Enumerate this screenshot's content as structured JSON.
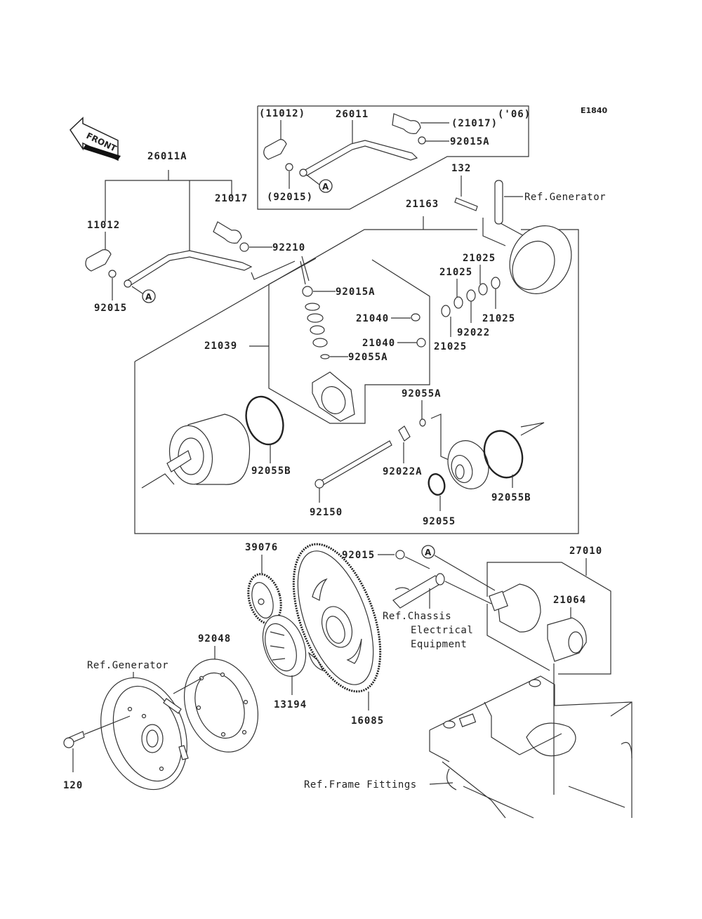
{
  "diagram": {
    "code": "E1840",
    "front_label": "FRONT",
    "inset": {
      "year_note": "('06)",
      "labels": {
        "p11012": "(11012)",
        "p26011": "26011",
        "p21017": "(21017)",
        "p92015A": "92015A",
        "p92015": "(92015)",
        "marker_a": "A"
      }
    },
    "labels": {
      "p26011A": "26011A",
      "p21017": "21017",
      "p11012": "11012",
      "p92210": "92210",
      "p92015_top": "92015",
      "marker_a_top": "A",
      "p132": "132",
      "ref_generator_top": "Ref.Generator",
      "p21163": "21163",
      "p21025_a": "21025",
      "p21025_b": "21025",
      "p21025_c": "21025",
      "p21025_d": "21025",
      "p92022": "92022",
      "p92015A": "92015A",
      "p21040_a": "21040",
      "p21040_b": "21040",
      "p21039": "21039",
      "p92055A_a": "92055A",
      "p92055A_b": "92055A",
      "p92055B_a": "92055B",
      "p92055B_b": "92055B",
      "p92022A": "92022A",
      "p92150": "92150",
      "p92055": "92055",
      "p39076": "39076",
      "p92015_mid": "92015",
      "marker_a_mid": "A",
      "p27010": "27010",
      "p21064": "21064",
      "ref_chassis": [
        "Ref.Chassis",
        "Electrical",
        "Equipment"
      ],
      "p92048": "92048",
      "ref_generator_bottom": "Ref.Generator",
      "p13194": "13194",
      "p16085": "16085",
      "p120": "120",
      "ref_frame": "Ref.Frame Fittings"
    }
  }
}
